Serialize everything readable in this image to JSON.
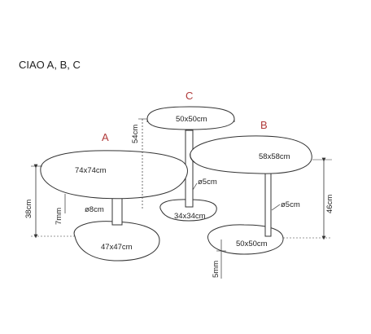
{
  "title": "CIAO A, B, C",
  "tables": {
    "a": {
      "label": "A",
      "top": "74x74cm",
      "base": "47x47cm",
      "tube": "ø8cm"
    },
    "b": {
      "label": "B",
      "top": "58x58cm",
      "base": "50x50cm",
      "tube": "ø5cm"
    },
    "c": {
      "label": "C",
      "top": "50x50cm",
      "base": "34x34cm",
      "tube": "ø5cm"
    }
  },
  "dimensions": {
    "height_a": "38cm",
    "height_b": "46cm",
    "height_c": "54cm",
    "top_thickness": "7mm",
    "base_thickness": "5mm"
  }
}
